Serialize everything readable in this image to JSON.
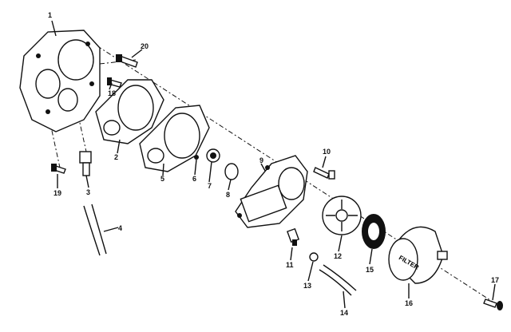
{
  "diagram": {
    "callouts": [
      "1",
      "20",
      "18",
      "2",
      "5",
      "6",
      "7",
      "8",
      "9",
      "10",
      "19",
      "3",
      "4",
      "11",
      "12",
      "13",
      "14",
      "15",
      "16",
      "17"
    ],
    "filter_text": "FILTER"
  }
}
